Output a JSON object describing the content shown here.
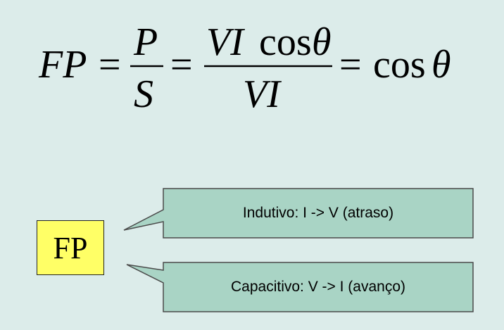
{
  "formula": {
    "lhs": "FP",
    "eq": "=",
    "frac1_num": "P",
    "frac1_den": "S",
    "frac2_num_vi": "VI",
    "frac2_num_cos": "cos",
    "frac2_num_theta": "θ",
    "frac2_den": "VI",
    "rhs_cos": "cos",
    "rhs_theta": "θ"
  },
  "fp_label": "FP",
  "callouts": [
    {
      "text": "Indutivo: I -> V (atraso)"
    },
    {
      "text": "Capacitivo: V -> I (avanço)"
    }
  ],
  "colors": {
    "background": "#dcecea",
    "callout_fill": "#a9d4c5",
    "fp_box_fill": "#ffff66"
  }
}
